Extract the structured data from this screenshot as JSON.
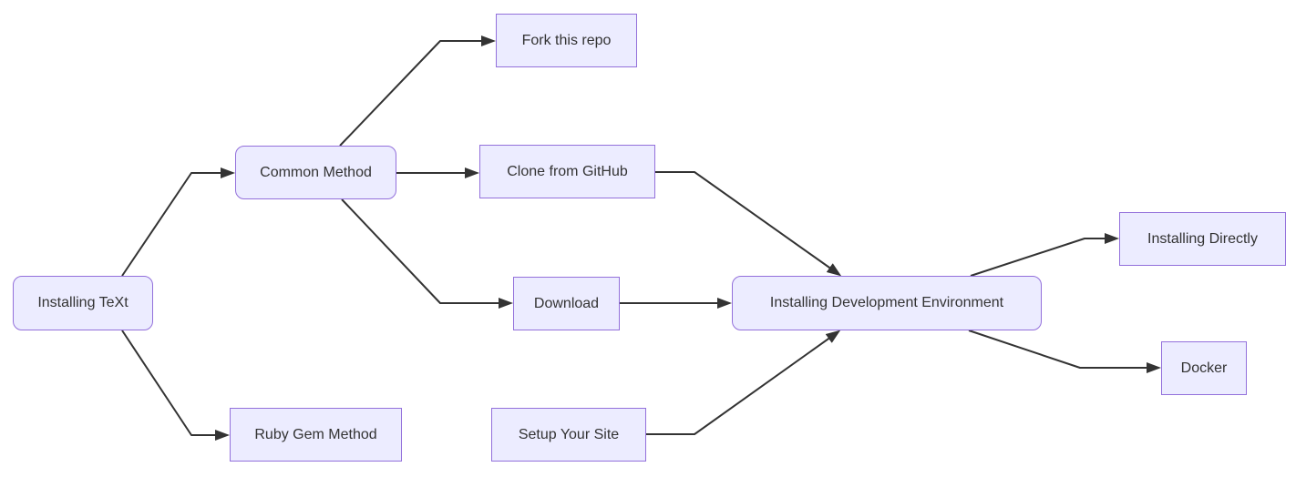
{
  "diagram": {
    "type": "flowchart",
    "direction": "LR",
    "nodes": [
      {
        "id": "installing-text",
        "label": "Installing TeXt",
        "shape": "rounded"
      },
      {
        "id": "common-method",
        "label": "Common Method",
        "shape": "rounded"
      },
      {
        "id": "ruby-gem-method",
        "label": "Ruby Gem Method",
        "shape": "rect"
      },
      {
        "id": "fork-this-repo",
        "label": "Fork this repo",
        "shape": "rect"
      },
      {
        "id": "clone-from-github",
        "label": "Clone from GitHub",
        "shape": "rect"
      },
      {
        "id": "download",
        "label": "Download",
        "shape": "rect"
      },
      {
        "id": "setup-your-site",
        "label": "Setup Your Site",
        "shape": "rect"
      },
      {
        "id": "installing-dev-env",
        "label": "Installing Development Environment",
        "shape": "rounded"
      },
      {
        "id": "installing-directly",
        "label": "Installing Directly",
        "shape": "rect"
      },
      {
        "id": "docker",
        "label": "Docker",
        "shape": "rect"
      }
    ],
    "edges": [
      {
        "from": "installing-text",
        "to": "common-method"
      },
      {
        "from": "installing-text",
        "to": "ruby-gem-method"
      },
      {
        "from": "common-method",
        "to": "fork-this-repo"
      },
      {
        "from": "common-method",
        "to": "clone-from-github"
      },
      {
        "from": "common-method",
        "to": "download"
      },
      {
        "from": "clone-from-github",
        "to": "installing-dev-env"
      },
      {
        "from": "download",
        "to": "installing-dev-env"
      },
      {
        "from": "setup-your-site",
        "to": "installing-dev-env"
      },
      {
        "from": "installing-dev-env",
        "to": "installing-directly"
      },
      {
        "from": "installing-dev-env",
        "to": "docker"
      }
    ],
    "colors": {
      "node_fill": "#ECECFF",
      "node_border": "#9370DB",
      "edge": "#333333",
      "text": "#333333",
      "background": "#FFFFFF"
    }
  }
}
